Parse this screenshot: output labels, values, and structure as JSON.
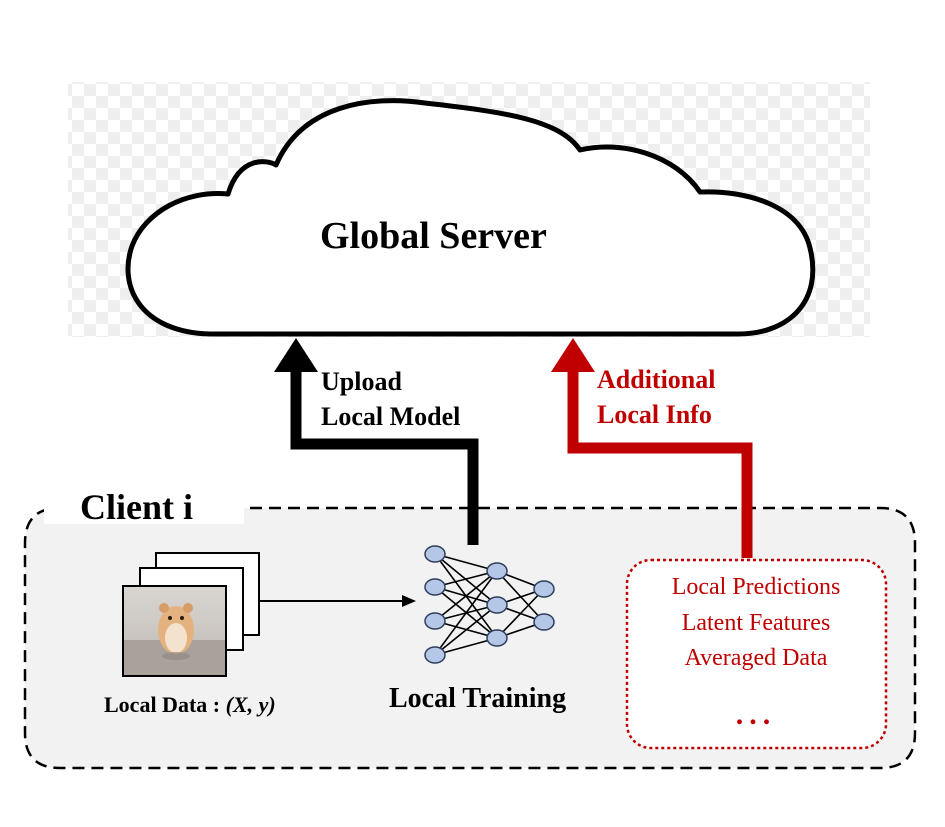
{
  "server": {
    "title": "Global Server"
  },
  "upload": {
    "line1": "Upload",
    "line2": "Local Model"
  },
  "additional_info": {
    "line1": "Additional",
    "line2": "Local Info"
  },
  "client": {
    "title": "Client i"
  },
  "local_data": {
    "label": "Local Data : ",
    "math": "(X, y)"
  },
  "local_training": {
    "label": "Local Training"
  },
  "info_items": [
    "Local Predictions",
    "Latent Features",
    "Averaged Data"
  ],
  "ellipsis": "...",
  "colors": {
    "accent_red": "#c00000",
    "arrow_black": "#000000",
    "client_fill": "#f2f2f2"
  }
}
